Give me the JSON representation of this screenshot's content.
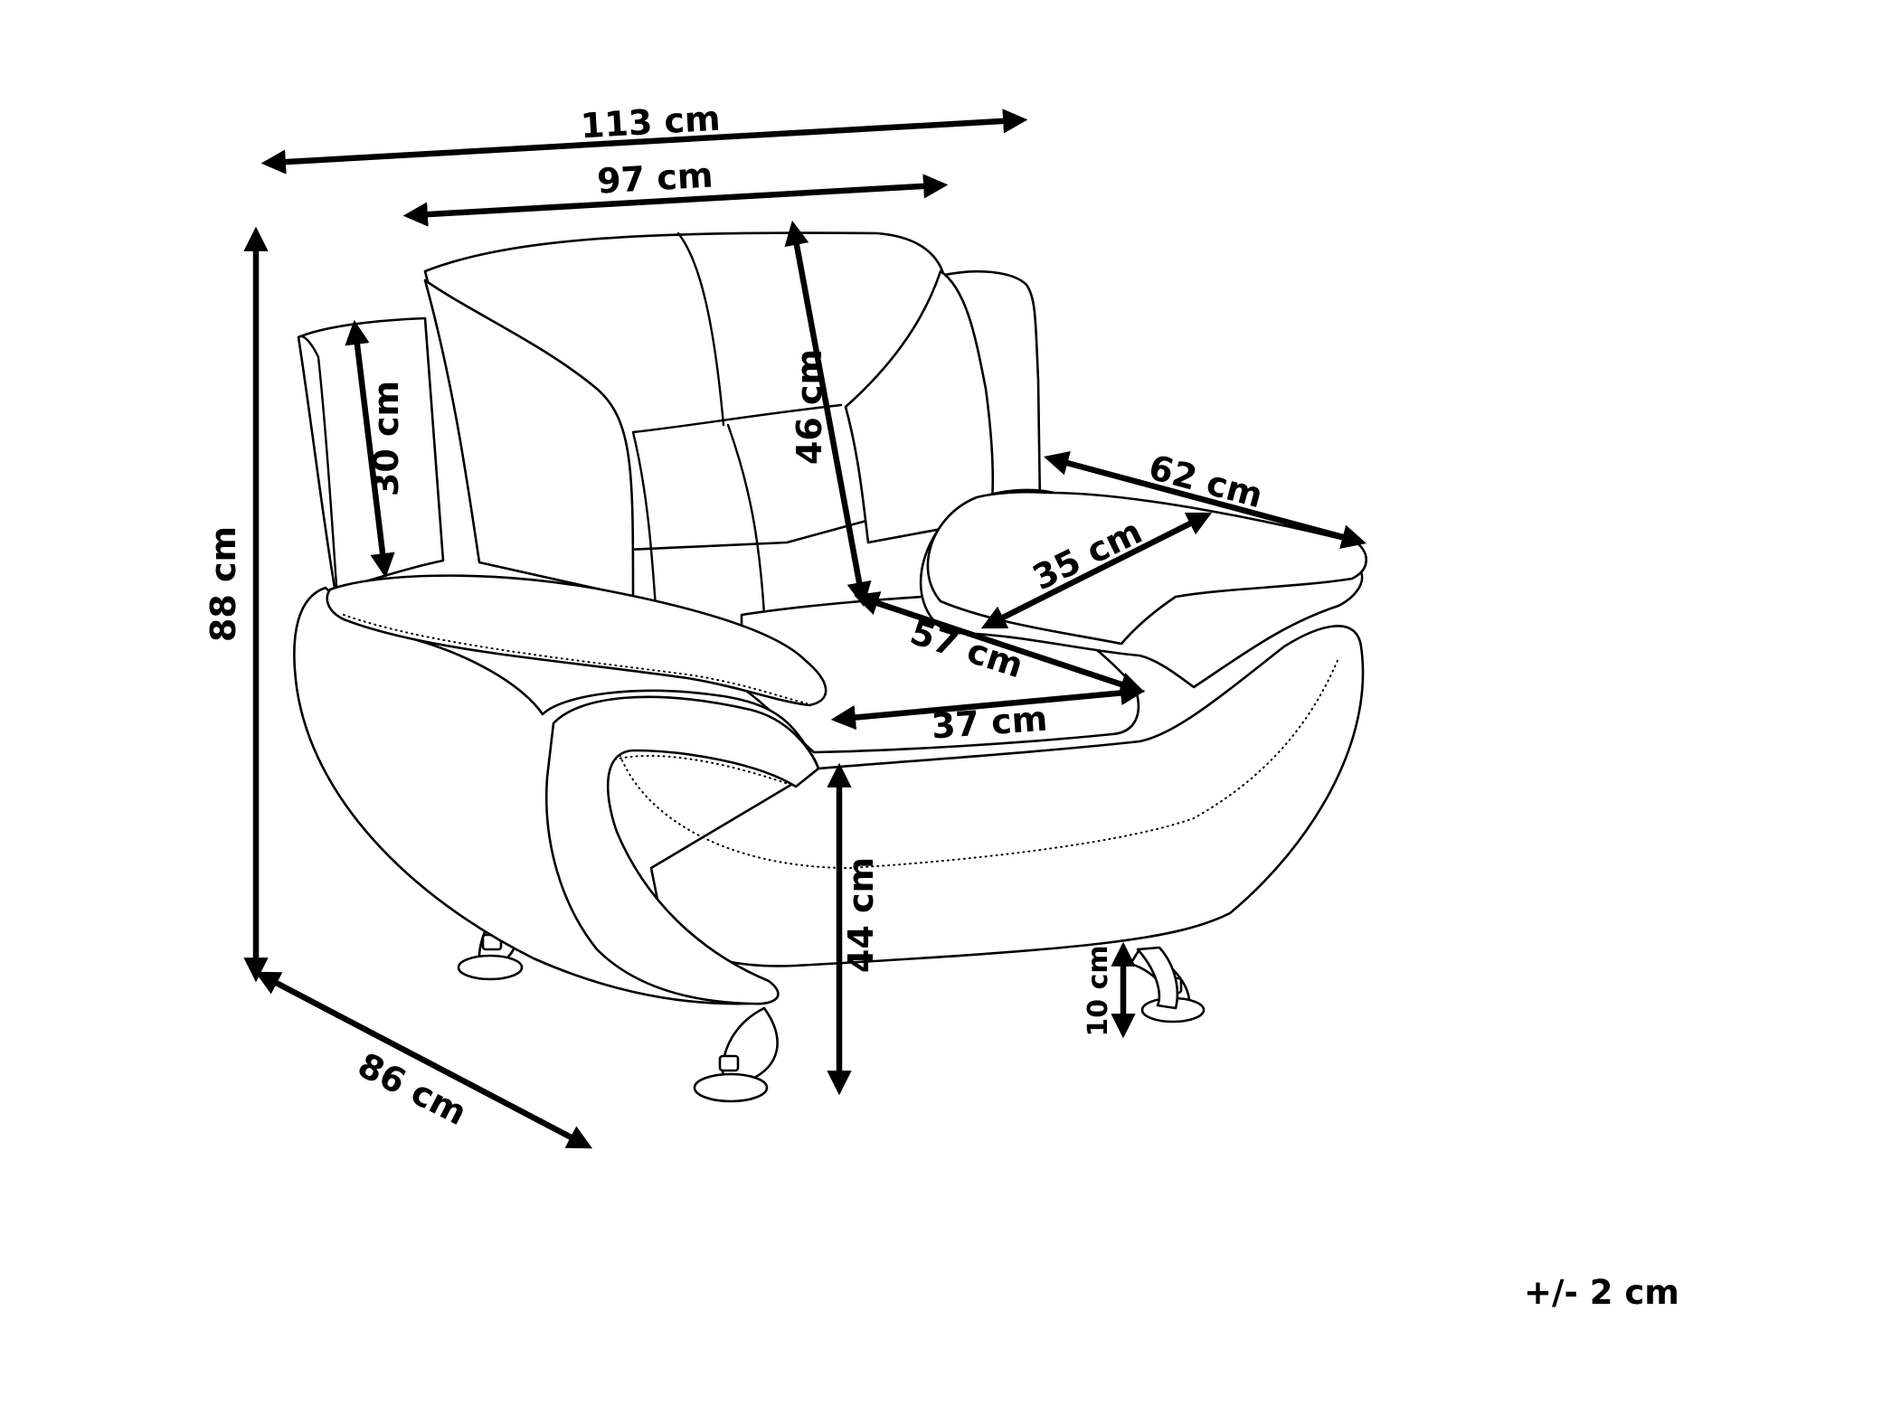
{
  "diagram": {
    "subject": "armchair",
    "dimensions": {
      "total_width": "113 cm",
      "inner_width": "97 cm",
      "total_height": "88 cm",
      "armrest_height": "30 cm",
      "backrest_height": "46 cm",
      "armrest_depth": "62 cm",
      "seat_back_depth": "35 cm",
      "seat_depth": "57 cm",
      "seat_width": "37 cm",
      "seat_height": "44 cm",
      "leg_height": "10 cm",
      "total_depth": "86 cm"
    },
    "tolerance": "+/- 2 cm"
  }
}
